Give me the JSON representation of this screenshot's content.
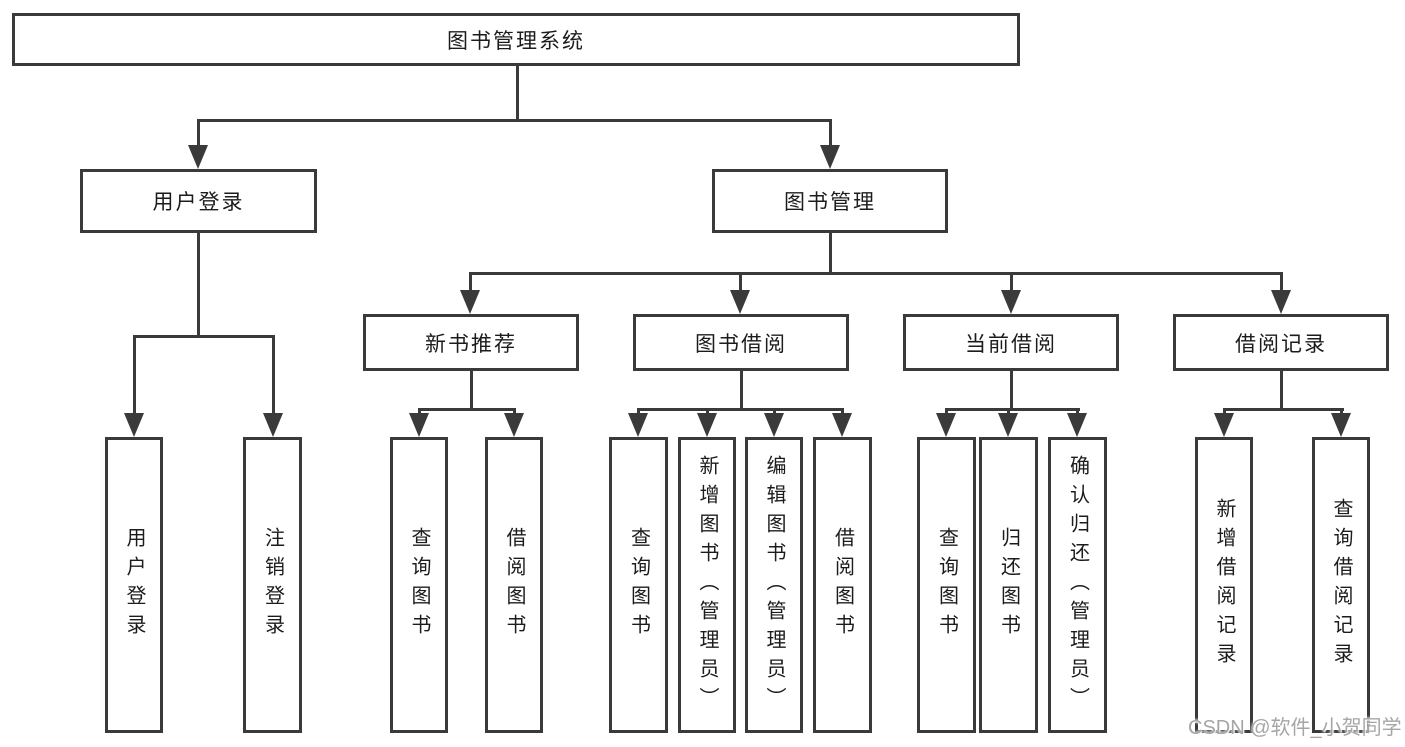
{
  "tree": {
    "root": {
      "label": "图书管理系统"
    },
    "level2": [
      {
        "label": "用户登录",
        "leaves": [
          {
            "label": "用户登录"
          },
          {
            "label": "注销登录"
          }
        ]
      },
      {
        "label": "图书管理",
        "groups": [
          {
            "label": "新书推荐",
            "leaves": [
              {
                "label": "查询图书"
              },
              {
                "label": "借阅图书"
              }
            ]
          },
          {
            "label": "图书借阅",
            "leaves": [
              {
                "label": "查询图书"
              },
              {
                "label": "新增图书（管理员）"
              },
              {
                "label": "编辑图书（管理员）"
              },
              {
                "label": "借阅图书"
              }
            ]
          },
          {
            "label": "当前借阅",
            "leaves": [
              {
                "label": "查询图书"
              },
              {
                "label": "归还图书"
              },
              {
                "label": "确认归还（管理员）"
              }
            ]
          },
          {
            "label": "借阅记录",
            "leaves": [
              {
                "label": "新增借阅记录"
              },
              {
                "label": "查询借阅记录"
              }
            ]
          }
        ]
      }
    ]
  },
  "watermark": {
    "text": "CSDN @软件_小贺同学"
  },
  "colors": {
    "line": "#3a3a3a",
    "text": "#1c1c1c",
    "watermark": "#a6a6a6",
    "background": "#ffffff"
  }
}
